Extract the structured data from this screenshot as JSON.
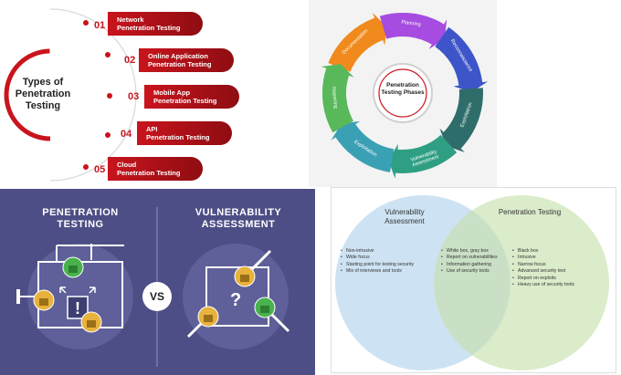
{
  "types_panel": {
    "title": "Types of Penetration Testing",
    "items": [
      {
        "num": "01",
        "line1": "Network",
        "line2": "Penetration Testing"
      },
      {
        "num": "02",
        "line1": "Online Application",
        "line2": "Penetration Testing"
      },
      {
        "num": "03",
        "line1": "Mobile App",
        "line2": "Penetration Testing"
      },
      {
        "num": "04",
        "line1": "API",
        "line2": "Penetration Testing"
      },
      {
        "num": "05",
        "line1": "Cloud",
        "line2": "Penetration Testing"
      }
    ],
    "colors": {
      "accent": "#c9141d",
      "dark": "#8e0d12"
    }
  },
  "phases_panel": {
    "center": "Penetration Testing Phases",
    "phases": [
      {
        "label": "Documentation",
        "color": "#f08a1c"
      },
      {
        "label": "Planning",
        "color": "#a64ce0"
      },
      {
        "label": "Reconnaissance",
        "color": "#3d55c9"
      },
      {
        "label": "Exploitation",
        "color": "#2f6d6a"
      },
      {
        "label": "Vulnerability Assessment",
        "color": "#2f9f84"
      },
      {
        "label": "Exploitation",
        "color": "#3aa0b4"
      },
      {
        "label": "Reporting",
        "color": "#58b85a"
      }
    ]
  },
  "vs_panel": {
    "left_title": "PENETRATION TESTING",
    "right_title": "VULNERABILITY ASSESSMENT",
    "vs": "VS",
    "colors": {
      "bg": "#4e4e86",
      "lock": "#e7b23d",
      "green": "#49b24d"
    }
  },
  "venn_panel": {
    "left_title": "Vulnerability Assessment",
    "right_title": "Penetration Testing",
    "left_items": [
      "Non-intrusive",
      "Wide focus",
      "Starting point for testing security",
      "Mix of interviews and tools"
    ],
    "middle_items": [
      "White box, gray box",
      "Report on vulnerabilities",
      "Information gathering",
      "Use of security tools"
    ],
    "right_items": [
      "Black box",
      "Intrusive",
      "Narrow focus",
      "Advanced security test",
      "Report on exploits",
      "Heavy use of security tools"
    ],
    "colors": {
      "left": "#bcd9ef",
      "right": "#cfe6b8"
    }
  }
}
